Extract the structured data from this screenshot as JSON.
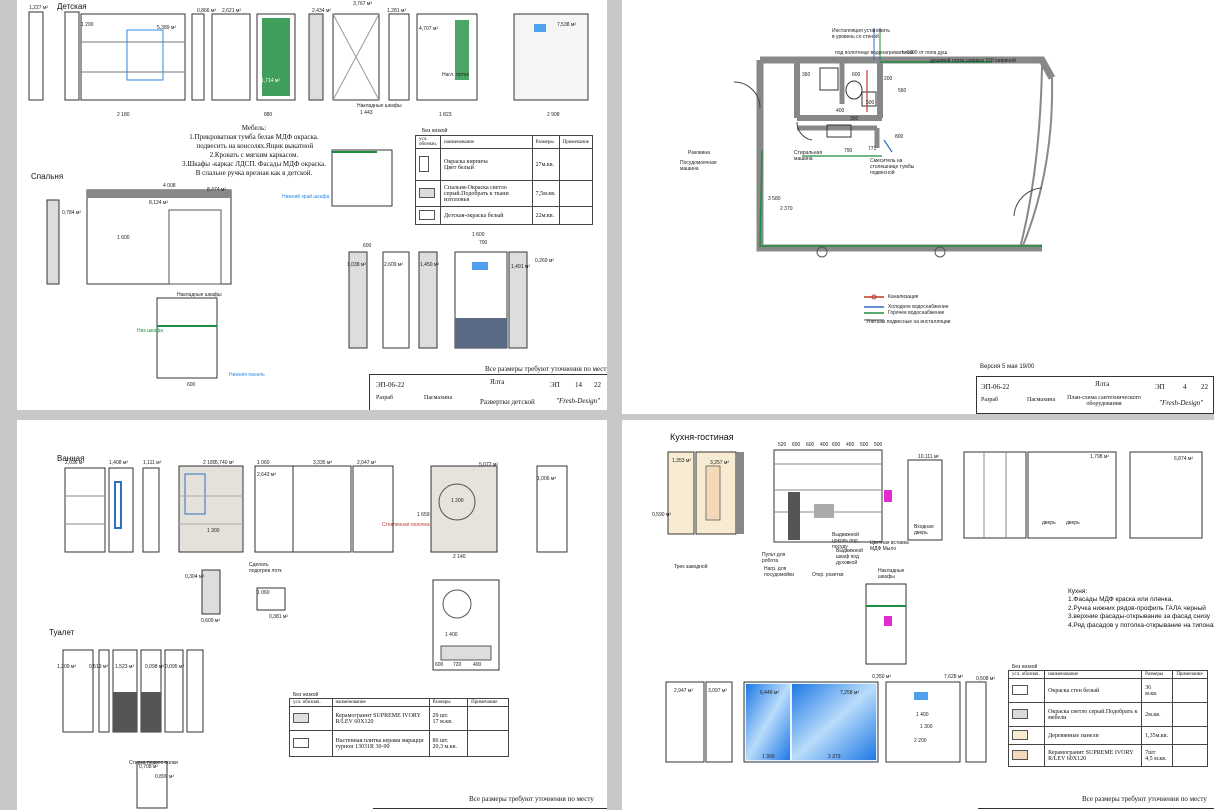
{
  "sheets": {
    "nursery": {
      "sections": {
        "nursery": "Детская",
        "bedroom": "Спальня"
      },
      "area_labels": [
        "1,227 м²",
        "5,389 м²",
        "0,866 м²",
        "2,621 м²",
        "2,434 м²",
        "3,767 м²",
        "1,281 м²",
        "4,707 м²",
        "7,538 м²",
        "1,714 м²",
        "8,474 м²",
        "0,784 м²",
        "8,124 м²",
        "1,038 м²",
        "2,609 м²",
        "1,450 м²",
        "1,491 м²",
        "0,269 м²"
      ],
      "dims": [
        "1 200",
        "2 180",
        "880",
        "1 600",
        "4 008",
        "600",
        "600",
        "1 600",
        "700",
        "1 443",
        "1 823",
        "2 908"
      ],
      "furniture_note": "Мебель:\n1.Прикроватная тумба белая МДФ окраска.\n подвесить на консолях.Ящик выкатной\n2.Кровать с мягким каркасом.\n3.Шкафы -каркас ЛДСП. Фасады МДФ окраска.\nВ спальне ручка врезная как в детской.",
      "callouts": [
        "Накладные шкафы",
        "Накладные шкафы",
        "Нагл. лоток",
        "Низ шкафа",
        "Нижний край шкафа",
        "Нижняя панель"
      ],
      "legend": {
        "caption": "Без низкой",
        "headers": [
          "усл. обознач.",
          "наименование",
          "Размеры",
          "Примечание"
        ],
        "rows": [
          {
            "name": "Окраска кирпича\nЦвет белый",
            "size": "27м.кв.",
            "note": "",
            "color": "#ffffff"
          },
          {
            "name": "Спальня-Окраска светло серый.Подобрать к ткани изголовья",
            "size": "7,5м.кв.",
            "note": "",
            "color": "#dcdcdc"
          },
          {
            "name": "Детская-окраска белый",
            "size": "22м.кв.",
            "note": "",
            "color": "#ffffff"
          }
        ]
      },
      "footer_note": "Все размеры требуют уточнения по месту",
      "stamp": {
        "code": "ЭП-06-22",
        "city": "Ялта",
        "stage": "ЭП",
        "sheet": "14",
        "sheets": "22",
        "role": "Разраб",
        "author": "Пасмахина",
        "title": "Развертки детской",
        "studio": "\"Fresh-Design\""
      }
    },
    "plumbing": {
      "notes": [
        "Инсталляция установить в уровень со стеной",
        "под полотенце водонагревателем",
        "h-1300 от пола душ",
        "душевой лоток ширина 150 шириной",
        "Раковина",
        "Посудомоечная машина",
        "Стиральная машина",
        "Смеситель на столешнице тумбы подвесной"
      ],
      "dims": [
        "360",
        "600",
        "200",
        "560",
        "500",
        "400",
        "350",
        "800",
        "790",
        "771",
        "3 580",
        "2 370"
      ],
      "legend": [
        {
          "label": "Канализация",
          "color": "#c0392b"
        },
        {
          "label": "Холодное водоснабжение",
          "color": "#2e6fc2"
        },
        {
          "label": "Горячее водоснабжение",
          "color": "#1e8e3e"
        },
        {
          "label": "Унитазы подвесные на инсталляции",
          "color": "#555555"
        }
      ],
      "version": "Версия 5 мая 19/00",
      "stamp": {
        "code": "ЭП-06-22",
        "city": "Ялта",
        "stage": "ЭП",
        "sheet": "4",
        "sheets": "22",
        "role": "Разраб",
        "author": "Пасмахина",
        "title": "План-схема сантехнического оборудования",
        "studio": "\"Fresh-Design\""
      }
    },
    "bathroom": {
      "sections": {
        "bathroom": "Ванная",
        "toilet": "Туалет"
      },
      "area_labels": [
        "2,036 м²",
        "1,408 м²",
        "1,111 м²",
        "5,740 м²",
        "2,643 м²",
        "3,335 м²",
        "2,047 м²",
        "5,072 м²",
        "1,006 м²",
        "0,304 м²",
        "0,609 м²",
        "0,381 м²",
        "1,209 м²",
        "0,519 м²",
        "1,523 м²",
        "0,708 м²",
        "0,098 м²",
        "0,095 м²",
        "0,899 м²"
      ],
      "dims": [
        "2 180",
        "1 060",
        "1 200",
        "1 300",
        "2 140",
        "1 659",
        "1 060",
        "1 400",
        "600",
        "720",
        "400"
      ],
      "callouts": [
        "Стеклянная полочка",
        "Сделать подогрев лотк",
        "Стирка подвес полки"
      ],
      "legend": {
        "caption": "Без низкой",
        "headers": [
          "усл. обознач.",
          "наименование",
          "Размеры",
          "Примечание"
        ],
        "rows": [
          {
            "name": "Керамогранит SUPREME IVORY R/LEV 60X120",
            "size": "29 шт.\n17 м.кв.",
            "note": "",
            "color": "#e0e0e0"
          },
          {
            "name": "Настенная плитка керама марацци турнон 13031R  30-90",
            "size": "86 шт.\n20,3 м.кв.",
            "note": "",
            "color": "#ffffff"
          }
        ]
      },
      "footer_note": "Все размеры требуют уточнения по месту"
    },
    "kitchen": {
      "title": "Кухня-гостиная",
      "area_labels": [
        "1,353 м²",
        "3,257 м²",
        "0,590 м²",
        "10,111 м²",
        "1,798 м²",
        "6,874 м²",
        "2,947 м²",
        "3,097 м²",
        "6,449 м²",
        "7,258 м²",
        "0,350 м²",
        "7,628 м²",
        "0,508 м²"
      ],
      "dims": [
        "520",
        "600",
        "600",
        "400",
        "600",
        "450",
        "500",
        "500",
        "1 400",
        "1 300",
        "2 200",
        "1 300",
        "2 373"
      ],
      "callouts": [
        "Трек заводной",
        "Пульт для робота",
        "Нагр. для посудомойки",
        "Откр. розетки",
        "Выдвижной шкаф под духовкой",
        "Выдвижной цоколь под посуду",
        "Цветная вставка МДФ Мыло",
        "Входная дверь",
        "Накладные шкафы",
        "дверь",
        "дверь"
      ],
      "note": "Кухня:\n1.Фасады МДФ краска или пленка.\n2.Ручка нижних рядов-профиль ГАЛА черный\n3.верхние фасады-открывание за фасад снизу\n4.Ряд фасадов у потолка-открывание на типонах",
      "legend": {
        "caption": "Без низкой",
        "headers": [
          "усл. обознач.",
          "наименование",
          "Размеры",
          "Примечание"
        ],
        "rows": [
          {
            "name": "Окраска стен  белый",
            "size": "36\nм.кв.",
            "note": "",
            "color": "#ffffff"
          },
          {
            "name": "Окраска светло серый.Подобрать к мебели",
            "size": "2м.кв.",
            "note": "",
            "color": "#d9d9d9"
          },
          {
            "name": "Деревянные панели",
            "size": "1,35м.кв.",
            "note": "",
            "color": "#f7ecd2"
          },
          {
            "name": "Керамогранит SUPREME IVORY R/LEV 60X120",
            "size": "7шт\n4,5 м.кв.",
            "note": "",
            "color": "#f3d9b8"
          }
        ]
      },
      "footer_note": "Все размеры требуют уточнения по месту"
    }
  },
  "colors": {
    "green": "#1e8e3e",
    "blue": "#2e8be6",
    "magenta": "#e12bd0",
    "red": "#c0392b",
    "wall": "#888888"
  }
}
